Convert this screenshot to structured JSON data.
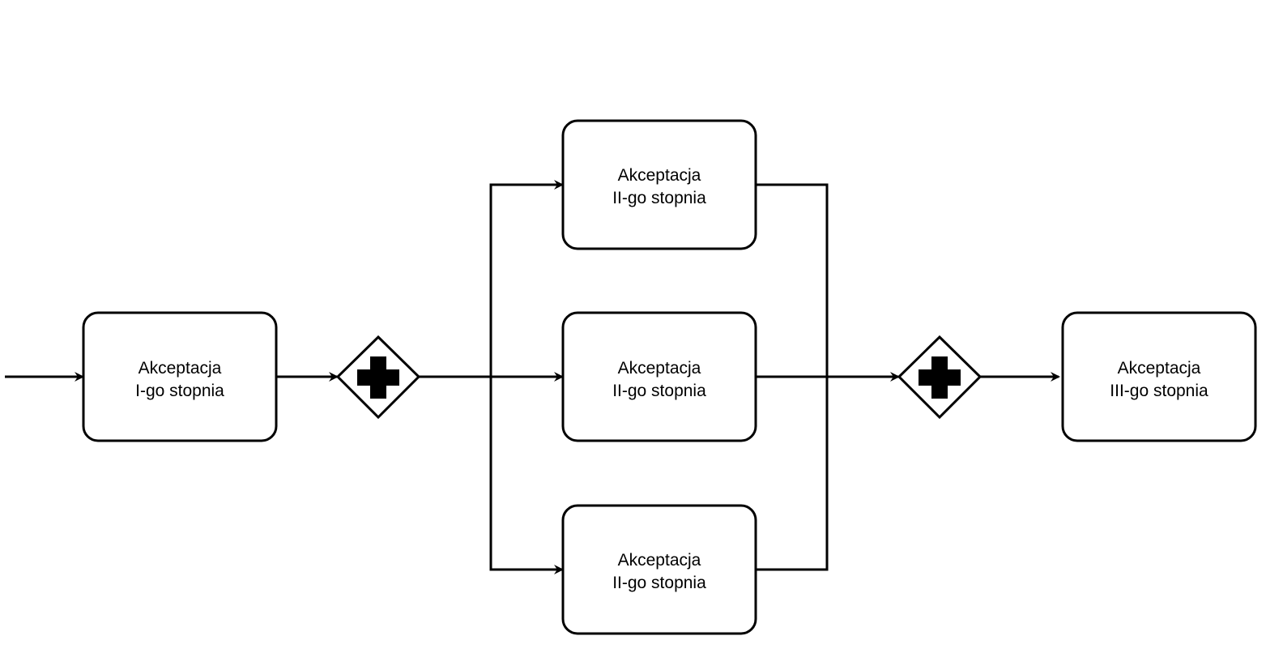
{
  "diagram": {
    "type": "bpmn-process",
    "tasks": {
      "task_1": {
        "line1": "Akceptacja",
        "line2": "I-go stopnia"
      },
      "task_2a": {
        "line1": "Akceptacja",
        "line2": "II-go stopnia"
      },
      "task_2b": {
        "line1": "Akceptacja",
        "line2": "II-go stopnia"
      },
      "task_2c": {
        "line1": "Akceptacja",
        "line2": "II-go stopnia"
      },
      "task_3": {
        "line1": "Akceptacja",
        "line2": "III-go stopnia"
      }
    },
    "gateways": {
      "split": {
        "kind": "parallel",
        "icon": "plus-icon"
      },
      "join": {
        "kind": "parallel",
        "icon": "plus-icon"
      }
    },
    "flows": [
      {
        "from": "start",
        "to": "task_1"
      },
      {
        "from": "task_1",
        "to": "split"
      },
      {
        "from": "split",
        "to": "task_2a"
      },
      {
        "from": "split",
        "to": "task_2b"
      },
      {
        "from": "split",
        "to": "task_2c"
      },
      {
        "from": "task_2a",
        "to": "join"
      },
      {
        "from": "task_2b",
        "to": "join"
      },
      {
        "from": "task_2c",
        "to": "join"
      },
      {
        "from": "join",
        "to": "task_3"
      }
    ],
    "colors": {
      "stroke": "#000000",
      "fill": "#ffffff"
    }
  }
}
